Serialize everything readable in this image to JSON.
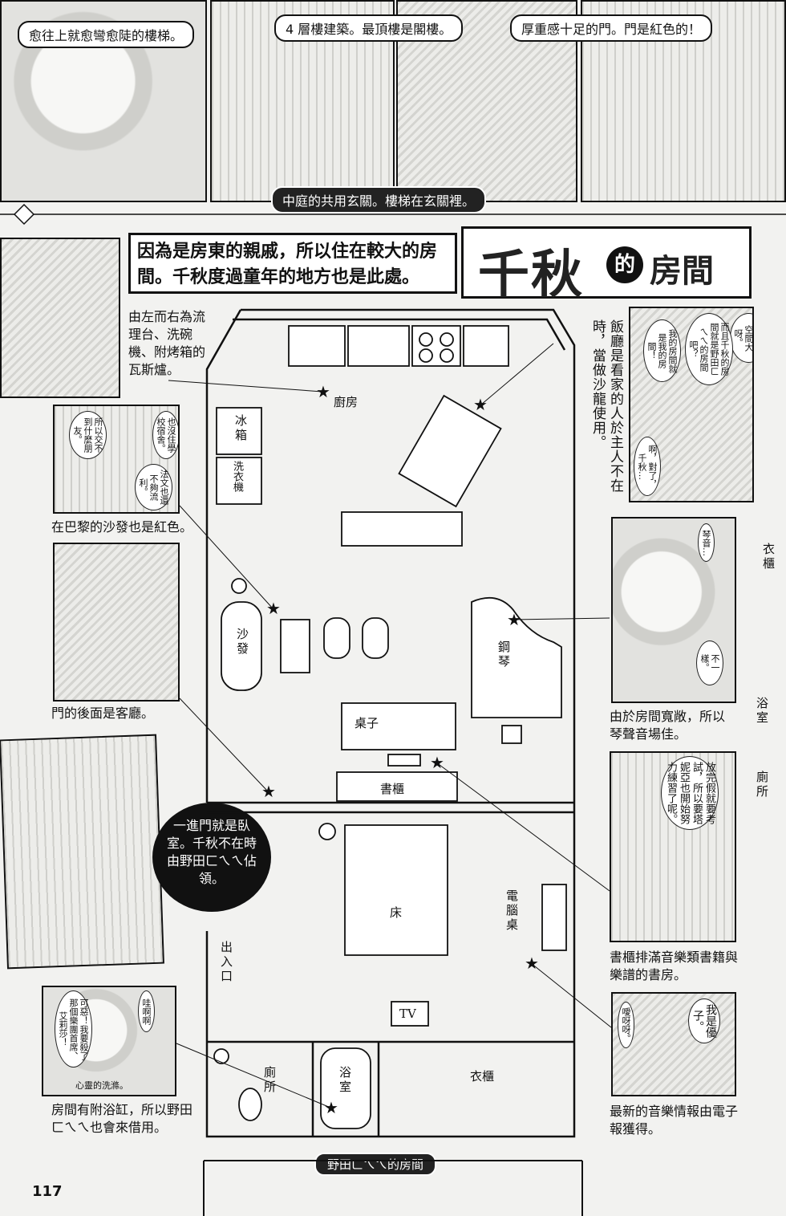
{
  "top_captions": {
    "stairs": "愈往上就愈彎愈陡的樓梯。",
    "building": "4 層樓建築。最頂樓是閣樓。",
    "door": "厚重感十足的門。門是紅色的！",
    "courtyard": "中庭的共用玄關。樓梯在玄關裡。"
  },
  "headline": "因為是房東的親戚，所以住在較大的房間。千秋度過童年的地方也是此處。",
  "title": {
    "name": "千秋",
    "particle": "的",
    "room": "房間"
  },
  "notes": {
    "kitchen_note": "由左而右為流理台、洗碗機、附烤箱的瓦斯爐。",
    "dining_note": "飯廳是看家的人於主人不在時，當做沙龍使用。",
    "sofa_note": "在巴黎的沙發也是紅色。",
    "door_note": "門的後面是客廳。",
    "piano_note": "由於房間寬敞，所以琴聲音場佳。",
    "bookshelf_note": "書櫃排滿音樂類書籍與樂譜的書房。",
    "email_note": "最新的音樂情報由電子報獲得。",
    "bath_note": "房間有附浴缸，所以野田ㄈㄟㄟ也會來借用。",
    "bedroom_bubble": "一進門就是臥室。千秋不在時由野田ㄈㄟㄟ佔領。"
  },
  "speech": {
    "b1": "因為這裡空間大呀。",
    "b2": "而且千秋的房間就是野田ㄈㄟㄟ的房間吧？",
    "b3": "我的房間就是我的房間！",
    "b4": "啊，對了，千秋…",
    "sofa_b1": "也沒住學校宿舍。",
    "sofa_b2": "所以交不到什麼朋友。",
    "sofa_b3": "法文也還不夠流利。",
    "piano_b1": "琴音…",
    "piano_b2": "不一樣。",
    "study_b1": "放完假就要考試，所以要塔妮亞也開始努力練習了呢。",
    "email_b1": "我是優子。",
    "email_b2": "噯呀呀。",
    "bath_b1": "哇啊啊",
    "bath_b2": "可惡！我要殺了那個樂團首席、艾莉莎！",
    "bath_b3": "心靈的洗滌。"
  },
  "plan_labels": {
    "kitchen": "廚房",
    "fridge": "冰箱",
    "washer": "洗衣機",
    "sofa": "沙發",
    "piano": "鋼琴",
    "desk": "桌子",
    "bookshelf": "書櫃",
    "bed": "床",
    "computer_desk": "電腦桌",
    "entrance": "出入口",
    "tv": "TV",
    "toilet": "廁所",
    "bathroom": "浴室",
    "closet": "衣櫃"
  },
  "right_strip": {
    "closet": "衣櫃",
    "bath": "浴室",
    "toilet": "廁所"
  },
  "footer": {
    "noda_room": "野田ㄈㄟㄟ的房間",
    "page_number": "117"
  }
}
